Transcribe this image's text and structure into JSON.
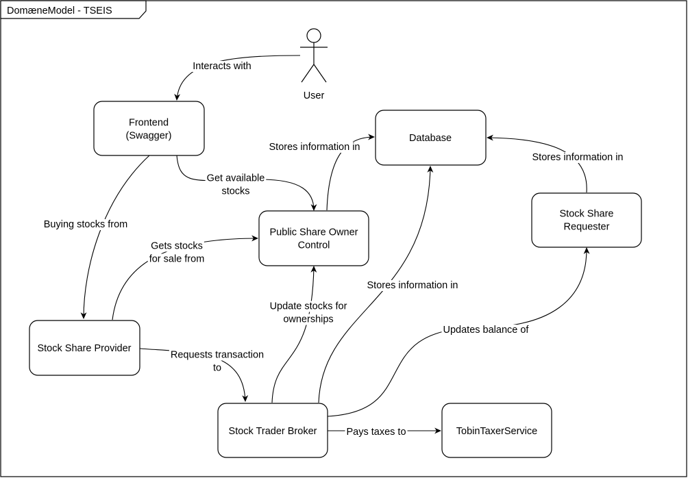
{
  "frame": {
    "title": "DomæneModel - TSEIS"
  },
  "actor": {
    "label": "User"
  },
  "nodes": {
    "frontend": [
      "Frontend",
      "(Swagger)"
    ],
    "database": [
      "Database"
    ],
    "public_share_owner_control": [
      "Public Share Owner",
      "Control"
    ],
    "stock_share_requester": [
      "Stock Share",
      "Requester"
    ],
    "stock_share_provider": [
      "Stock Share Provider"
    ],
    "stock_trader_broker": [
      "Stock Trader Broker"
    ],
    "tobin_taxer_service": [
      "TobinTaxerService"
    ]
  },
  "edges": {
    "user_frontend": [
      "Interacts with"
    ],
    "frontend_psoc": [
      "Get available",
      "stocks"
    ],
    "frontend_ssp": [
      "Buying stocks from"
    ],
    "ssp_psoc": [
      "Gets stocks",
      "for sale from"
    ],
    "psoc_db": [
      "Stores information in"
    ],
    "ssr_db": [
      "Stores information in"
    ],
    "stb_db": [
      "Stores information in"
    ],
    "stb_psoc": [
      "Update stocks for",
      "ownerships"
    ],
    "ssp_stb": [
      "Requests transaction",
      "to"
    ],
    "stb_ssr": [
      "Updates balance of"
    ],
    "stb_tts": [
      "Pays taxes to"
    ]
  }
}
